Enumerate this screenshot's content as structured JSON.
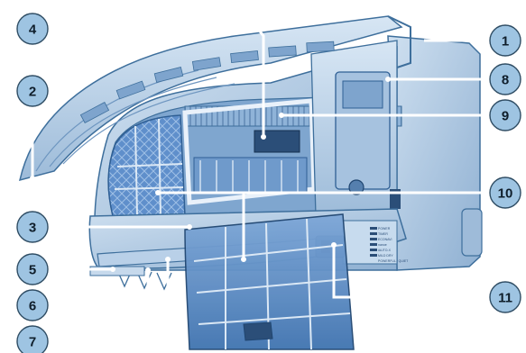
{
  "diagram": {
    "colors": {
      "unit_body": "#a9c4de",
      "unit_edge": "#3e6f9c",
      "panel": "#bcd3ea",
      "filter": "#5b8fc9",
      "filter_dark": "#2f5f94",
      "badge_fill": "#9ec4e2",
      "leader": "#ffffff"
    },
    "callouts": [
      {
        "id": "1",
        "label": "1"
      },
      {
        "id": "2",
        "label": "2"
      },
      {
        "id": "3",
        "label": "3"
      },
      {
        "id": "4",
        "label": "4"
      },
      {
        "id": "5",
        "label": "5"
      },
      {
        "id": "6",
        "label": "6"
      },
      {
        "id": "7",
        "label": "7"
      },
      {
        "id": "8",
        "label": "8"
      },
      {
        "id": "9",
        "label": "9"
      },
      {
        "id": "10",
        "label": "10"
      },
      {
        "id": "11",
        "label": "11"
      }
    ],
    "indicator_labels": [
      "POWER",
      "TIMER",
      "ECONAVI",
      "nanoe",
      "iAUTO-X",
      "MILD DRY",
      "POWERFUL / QUIET"
    ]
  }
}
